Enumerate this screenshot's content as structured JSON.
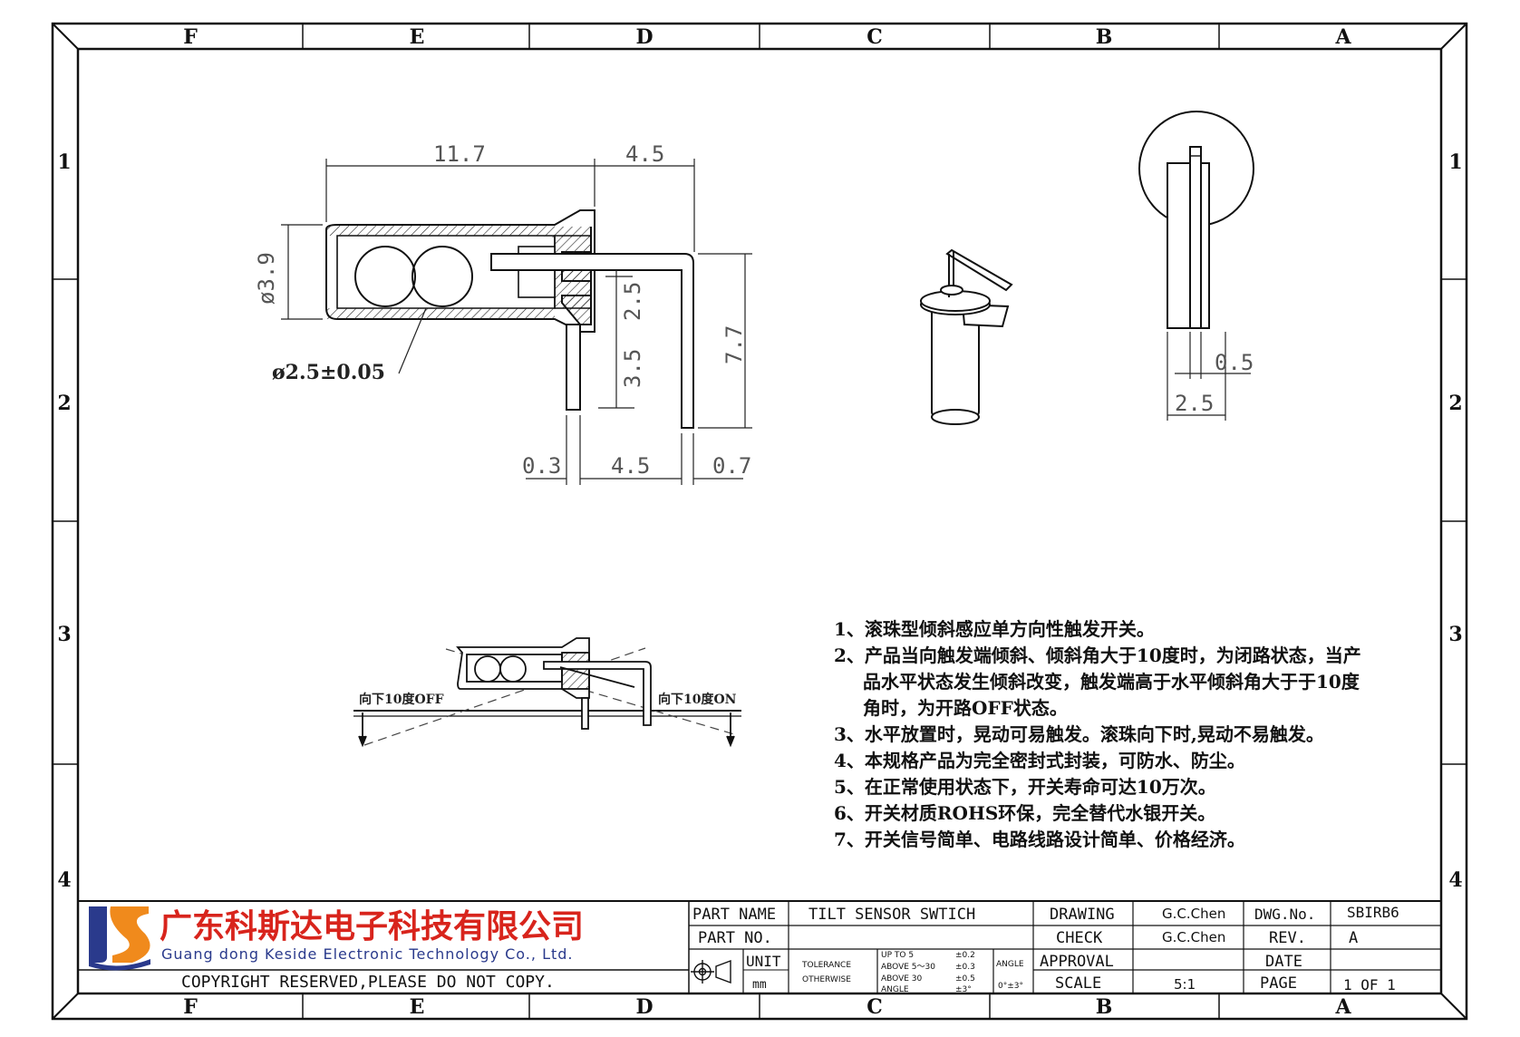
{
  "frame": {
    "columns_top": [
      "F",
      "E",
      "D",
      "C",
      "B",
      "A"
    ],
    "columns_bottom": [
      "F",
      "E",
      "D",
      "C",
      "B",
      "A"
    ],
    "rows_left": [
      "1",
      "2",
      "3",
      "4"
    ],
    "rows_right": [
      "1",
      "2",
      "3",
      "4"
    ]
  },
  "dimensions": {
    "d_11_7": "11.7",
    "d_4_5_top": "4.5",
    "d_dia_3_9": "ø3.9",
    "d_ball": "ø2.5±0.05",
    "d_2_5": "2.5",
    "d_3_5": "3.5",
    "d_7_7": "7.7",
    "d_0_3": "0.3",
    "d_4_5_bottom": "4.5",
    "d_0_7": "0.7",
    "d_0_5": "0.5",
    "d_2_5_side": "2.5"
  },
  "tilt_labels": {
    "left": "向下10度OFF",
    "right": "向下10度ON"
  },
  "notes": [
    "1、滚珠型倾斜感应单方向性触发开关。",
    "2、产品当向触发端倾斜、倾斜角大于10度时，为闭路状态，当产",
    "品水平状态发生倾斜改变，触发端高于水平倾斜角大于于10度",
    "角时，为开路OFF状态。",
    "3、水平放置时，晃动可易触发。滚珠向下时,晃动不易触发。",
    "4、本规格产品为完全密封式封装，可防水、防尘。",
    "5、在正常使用状态下，开关寿命可达10万次。",
    "6、开关材质ROHS环保，完全替代水银开关。",
    "7、开关信号简单、电路线路设计简单、价格经济。"
  ],
  "company": {
    "logo_text": "JS",
    "name_cn": "广东科斯达电子科技有限公司",
    "name_en": "Guang dong Keside  Electronic Technology Co., Ltd.",
    "copyright": "COPYRIGHT RESERVED,PLEASE DO NOT COPY."
  },
  "title_block": {
    "part_name_label": "PART NAME",
    "part_name_value": "TILT SENSOR SWTICH",
    "part_no_label": "PART NO.",
    "part_no_value": "",
    "unit_label": "UNIT",
    "unit_value": "mm",
    "tolerance_label": "TOLERANCE",
    "otherwise_label": "OTHERWISE",
    "tol_row1": "UP TO 5",
    "tol_row1_val": "±0.2",
    "tol_row2": "ABOVE 5～30",
    "tol_row2_val": "±0.3",
    "tol_row3": "ABOVE 30",
    "tol_row3_val": "±0.5",
    "tol_row4": "ANGLE",
    "tol_row4_val": "±3°",
    "angle_label": "ANGLE",
    "angle_value": "0°±3°",
    "drawing_label": "DRAWING",
    "drawing_value": "G.C.Chen",
    "check_label": "CHECK",
    "check_value": "G.C.Chen",
    "approval_label": "APPROVAL",
    "approval_value": "",
    "scale_label": "SCALE",
    "scale_value": "5:1",
    "dwg_no_label": "DWG.No.",
    "dwg_no_value": "SBIRB6",
    "rev_label": "REV.",
    "rev_value": "A",
    "date_label": "DATE",
    "date_value": "",
    "page_label": "PAGE",
    "page_value": "1 OF 1"
  },
  "colors": {
    "line": "#111111",
    "logo_blue": "#2a3a8c",
    "logo_orange": "#f08a1c",
    "company_red": "#d8241c",
    "company_blue": "#2a3a8c"
  }
}
